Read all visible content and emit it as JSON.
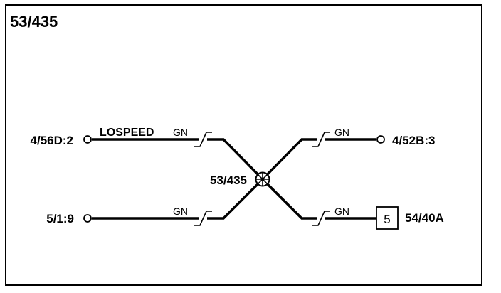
{
  "diagram": {
    "title": "53/435",
    "splice_label": "53/435",
    "connectors": {
      "left_top": "4/56D:2",
      "left_bottom": "5/1:9",
      "right_top": "4/52B:3",
      "right_bottom": "54/40A"
    },
    "wires": {
      "left_top_name": "LOSPEED",
      "left_top_color": "GN",
      "left_bottom_color": "GN",
      "right_top_color": "GN",
      "right_bottom_color": "GN"
    },
    "box_pin": "5"
  }
}
